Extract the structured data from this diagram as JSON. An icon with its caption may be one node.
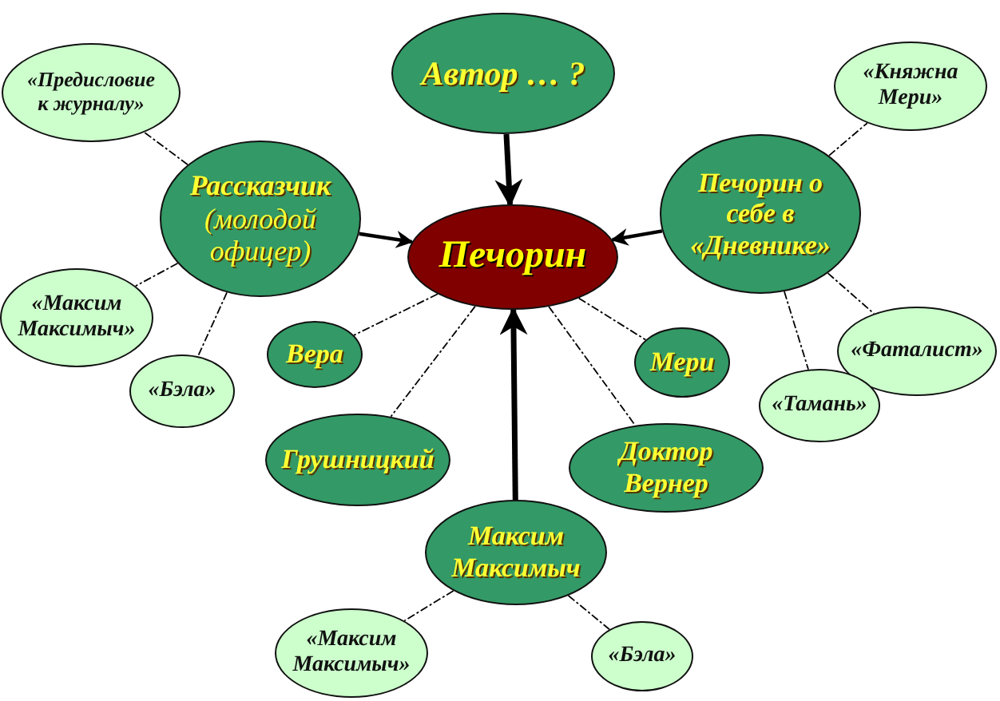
{
  "diagram": {
    "nodes": [
      {
        "text": [
          "Автор … ?"
        ]
      },
      {
        "text": [
          "«Предисловие к журналу»"
        ]
      },
      {
        "text": [
          "«Княжна Мери»"
        ]
      },
      {
        "text": [
          "Рассказчик",
          "(молодой офицер)"
        ]
      },
      {
        "text": [
          "Печорин"
        ]
      },
      {
        "text": [
          "Печорин о себе в «Дневнике»"
        ]
      },
      {
        "text": [
          "«Максим Максимыч»"
        ]
      },
      {
        "text": [
          "Вера"
        ]
      },
      {
        "text": [
          "Мери"
        ]
      },
      {
        "text": [
          "«Фаталист»"
        ]
      },
      {
        "text": [
          "«Бэла»"
        ]
      },
      {
        "text": [
          "«Тамань»"
        ]
      },
      {
        "text": [
          "Грушницкий"
        ]
      },
      {
        "text": [
          "Доктор Вернер"
        ]
      },
      {
        "text": [
          "Максим Максимыч"
        ]
      },
      {
        "text": [
          "«Максим Максимыч»"
        ]
      },
      {
        "text": [
          "«Бэла»"
        ]
      }
    ],
    "edges": [
      {
        "from": 0,
        "to": 4,
        "arrow": "to",
        "style": "thick"
      },
      {
        "from": 3,
        "to": 4,
        "arrow": "to"
      },
      {
        "from": 5,
        "to": 4,
        "arrow": "to"
      },
      {
        "from": 14,
        "to": 4,
        "arrow": "to",
        "style": "thick"
      },
      {
        "from": 3,
        "to": 1,
        "arrow": "none",
        "style": "dashed"
      },
      {
        "from": 3,
        "to": 6,
        "arrow": "none",
        "style": "dashed"
      },
      {
        "from": 3,
        "to": 10,
        "arrow": "none",
        "style": "dashed"
      },
      {
        "from": 5,
        "to": 2,
        "arrow": "none",
        "style": "dashed"
      },
      {
        "from": 5,
        "to": 9,
        "arrow": "none",
        "style": "dashed"
      },
      {
        "from": 5,
        "to": 11,
        "arrow": "none",
        "style": "dashed"
      },
      {
        "from": 4,
        "to": 7,
        "arrow": "none",
        "style": "dashed"
      },
      {
        "from": 4,
        "to": 12,
        "arrow": "none",
        "style": "dashed"
      },
      {
        "from": 4,
        "to": 8,
        "arrow": "none",
        "style": "dashed"
      },
      {
        "from": 4,
        "to": 13,
        "arrow": "none",
        "style": "dashed"
      },
      {
        "from": 14,
        "to": 15,
        "arrow": "none",
        "style": "dashed"
      },
      {
        "from": 14,
        "to": 16,
        "arrow": "none",
        "style": "dashed"
      }
    ]
  }
}
